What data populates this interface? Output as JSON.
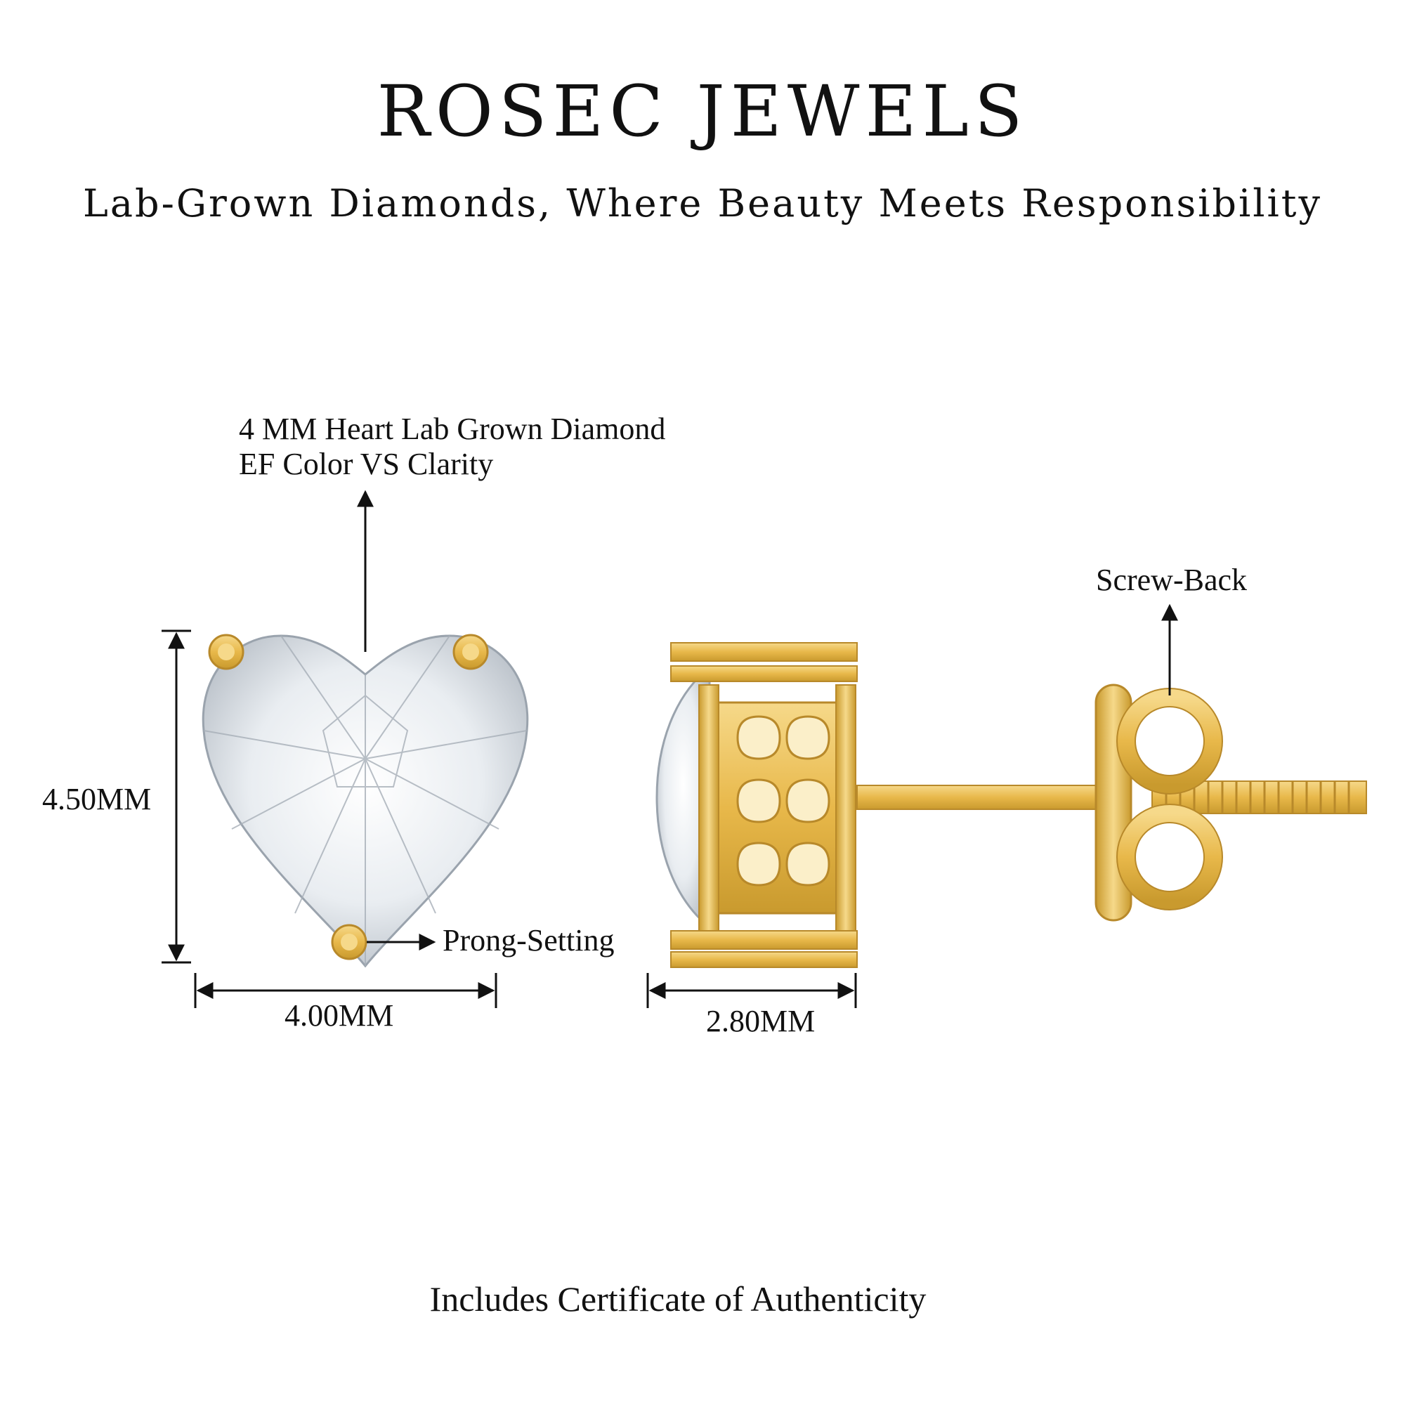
{
  "header": {
    "brand": "ROSEC JEWELS",
    "tagline": "Lab-Grown Diamonds, Where Beauty Meets Responsibility"
  },
  "annotations": {
    "stone_line1": "4 MM Heart Lab Grown Diamond",
    "stone_line2": "EF Color VS Clarity",
    "height": "4.50MM",
    "width": "4.00MM",
    "depth": "2.80MM",
    "prong": "Prong-Setting",
    "screw_back": "Screw-Back"
  },
  "footer": {
    "certificate": "Includes Certificate of Authenticity"
  },
  "colors": {
    "gold": "#E8B84A",
    "gold_dark": "#C99A2E",
    "gold_light": "#F6D98A",
    "diamond": "#E9EDF1",
    "ink": "#111111"
  }
}
